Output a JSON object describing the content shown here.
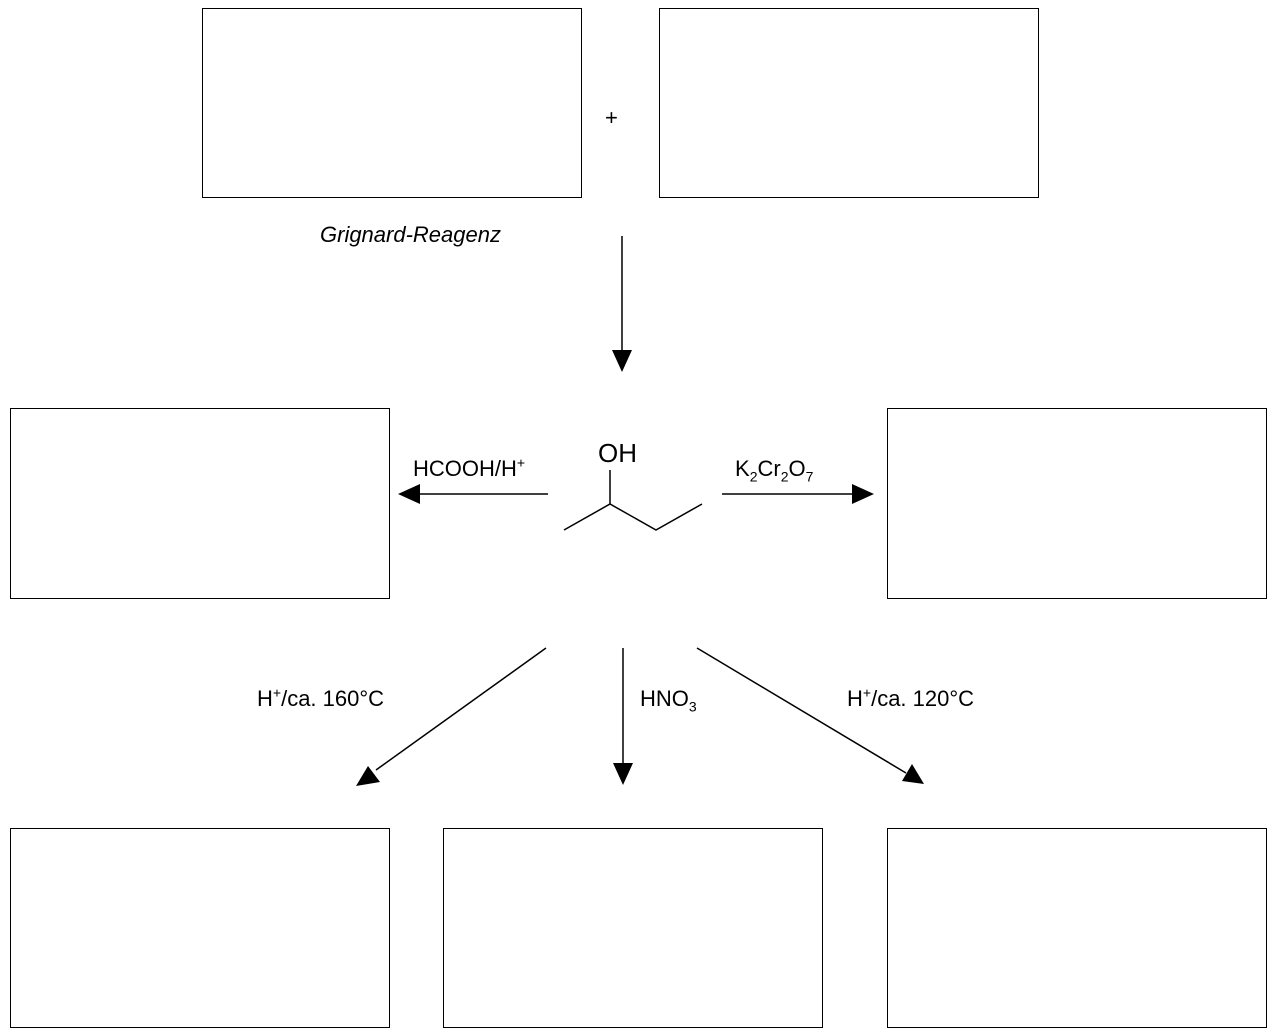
{
  "plus": "+",
  "grignard_label": "Grignard-Reagenz",
  "molecule": {
    "oh_label": "OH"
  },
  "reagents": {
    "left": {
      "main": "HCOOH/H",
      "sup": "+"
    },
    "right": {
      "k": "K",
      "k_sub": "2",
      "cr": "Cr",
      "cr_sub": "2",
      "o": "O",
      "o_sub": "7"
    },
    "bottom_left": {
      "h": "H",
      "sup": "+",
      "rest": "/ca. 160°C"
    },
    "bottom_middle": {
      "main": "HNO",
      "sub": "3"
    },
    "bottom_right": {
      "h": "H",
      "sup": "+",
      "rest": "/ca. 120°C"
    }
  }
}
